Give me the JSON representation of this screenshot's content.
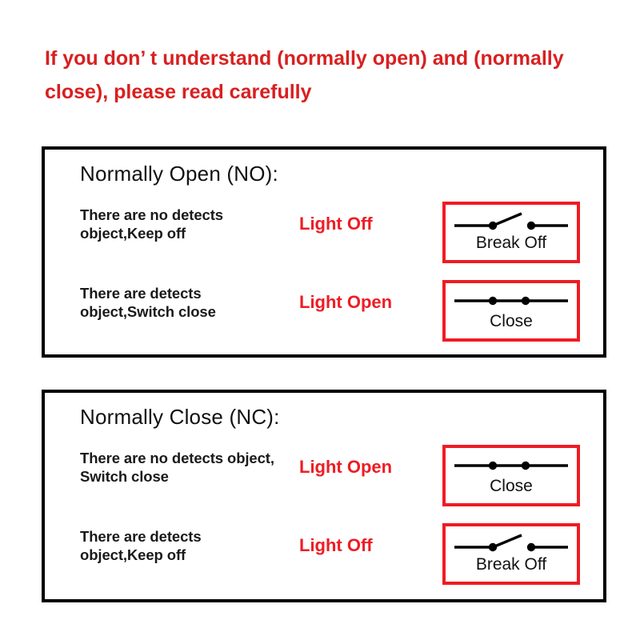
{
  "heading": {
    "text": "If you don’ t understand (normally open) and (normally close), please read carefully",
    "color": "#d82020"
  },
  "colors": {
    "red_accent": "#ee1c24",
    "heading_red": "#d82020",
    "box_border": "#000000",
    "text": "#1a1a1a"
  },
  "sections": [
    {
      "title": "Normally Open (NO):",
      "rows": [
        {
          "description": "There are no detects object,Keep off",
          "lamp_state": "Light Off",
          "symbol": {
            "state": "open",
            "label": "Break Off",
            "icon": "switch-open-icon"
          }
        },
        {
          "description": "There are detects object,Switch close",
          "lamp_state": "Light Open",
          "symbol": {
            "state": "closed",
            "label": "Close",
            "icon": "switch-closed-icon"
          }
        }
      ]
    },
    {
      "title": "Normally Close (NC):",
      "rows": [
        {
          "description": "There are no detects object, Switch close",
          "lamp_state": "Light Open",
          "symbol": {
            "state": "closed",
            "label": "Close",
            "icon": "switch-closed-icon"
          }
        },
        {
          "description": "There are detects object,Keep off",
          "lamp_state": "Light Off",
          "symbol": {
            "state": "open",
            "label": "Break Off",
            "icon": "switch-open-icon"
          }
        }
      ]
    }
  ]
}
